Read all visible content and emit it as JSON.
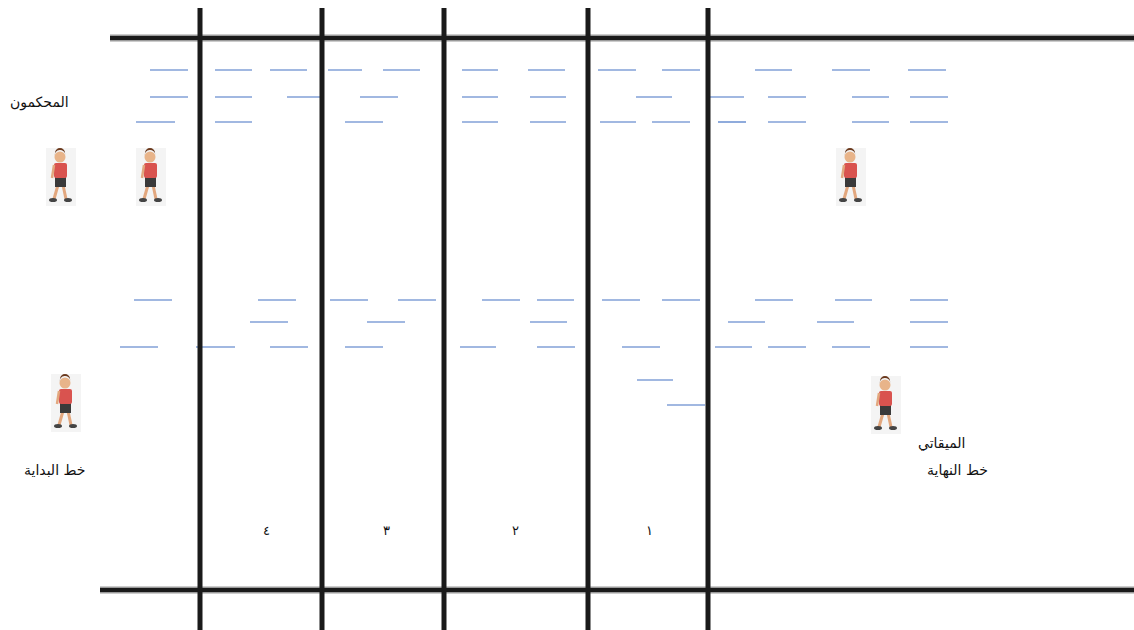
{
  "diagram": {
    "labels": [
      "المحكمون",
      "خط البداية",
      "الميقاتي",
      "خط النهاية",
      "٤",
      "٣",
      "٢",
      "١"
    ]
  }
}
